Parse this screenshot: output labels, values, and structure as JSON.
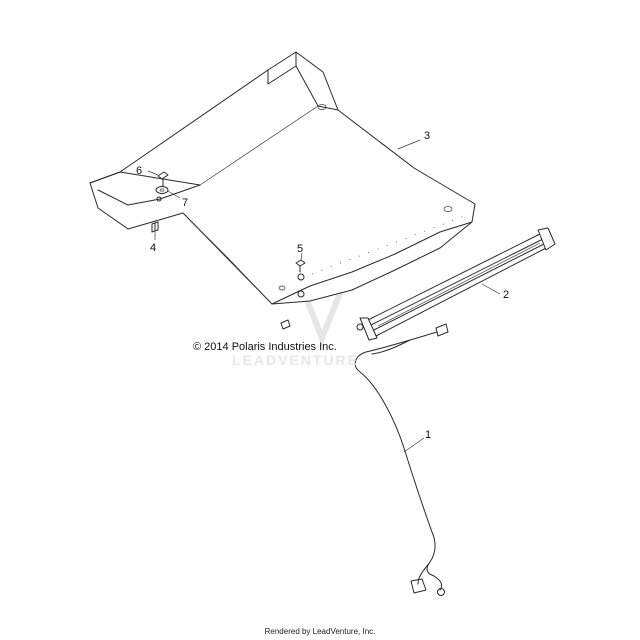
{
  "callouts": [
    "1",
    "2",
    "3",
    "4",
    "5",
    "6",
    "7"
  ],
  "copyright": "© 2014 Polaris Industries Inc.",
  "watermark": "LEADVENTURE",
  "footer": "Rendered by LeadVenture, Inc."
}
